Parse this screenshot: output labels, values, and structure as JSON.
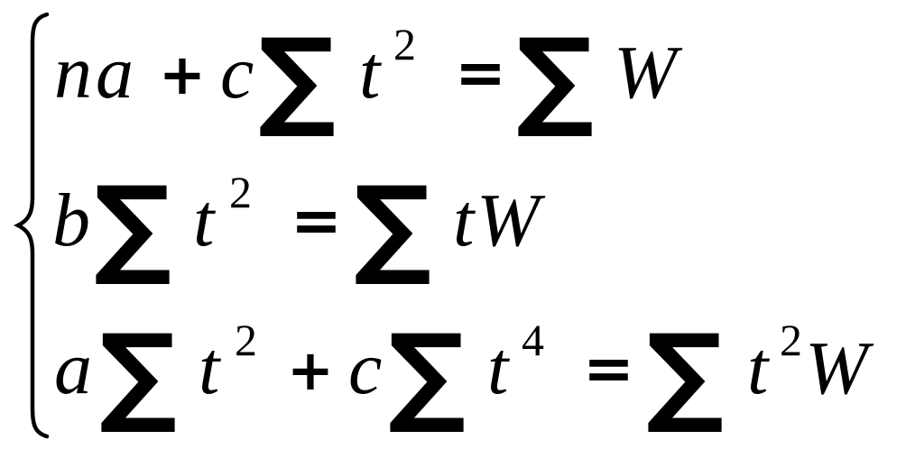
{
  "system": {
    "brace": "{",
    "equation_1": {
      "n": "n",
      "a": "a",
      "plus": "+",
      "c": "c",
      "sum_1": "∑",
      "t": "t",
      "exp": "2",
      "equals": "=",
      "sum_2": "∑",
      "W": "W"
    },
    "equation_2": {
      "b": "b",
      "sum_1": "∑",
      "t": "t",
      "exp": "2",
      "equals": "=",
      "sum_2": "∑",
      "t2": "t",
      "W": "W"
    },
    "equation_3": {
      "a": "a",
      "sum_1": "∑",
      "t": "t",
      "exp_1": "2",
      "plus": "+",
      "c": "c",
      "sum_2": "∑",
      "t2": "t",
      "exp_2": "4",
      "equals": "=",
      "sum_3": "∑",
      "t3": "t",
      "exp_3": "2",
      "W": "W"
    }
  }
}
